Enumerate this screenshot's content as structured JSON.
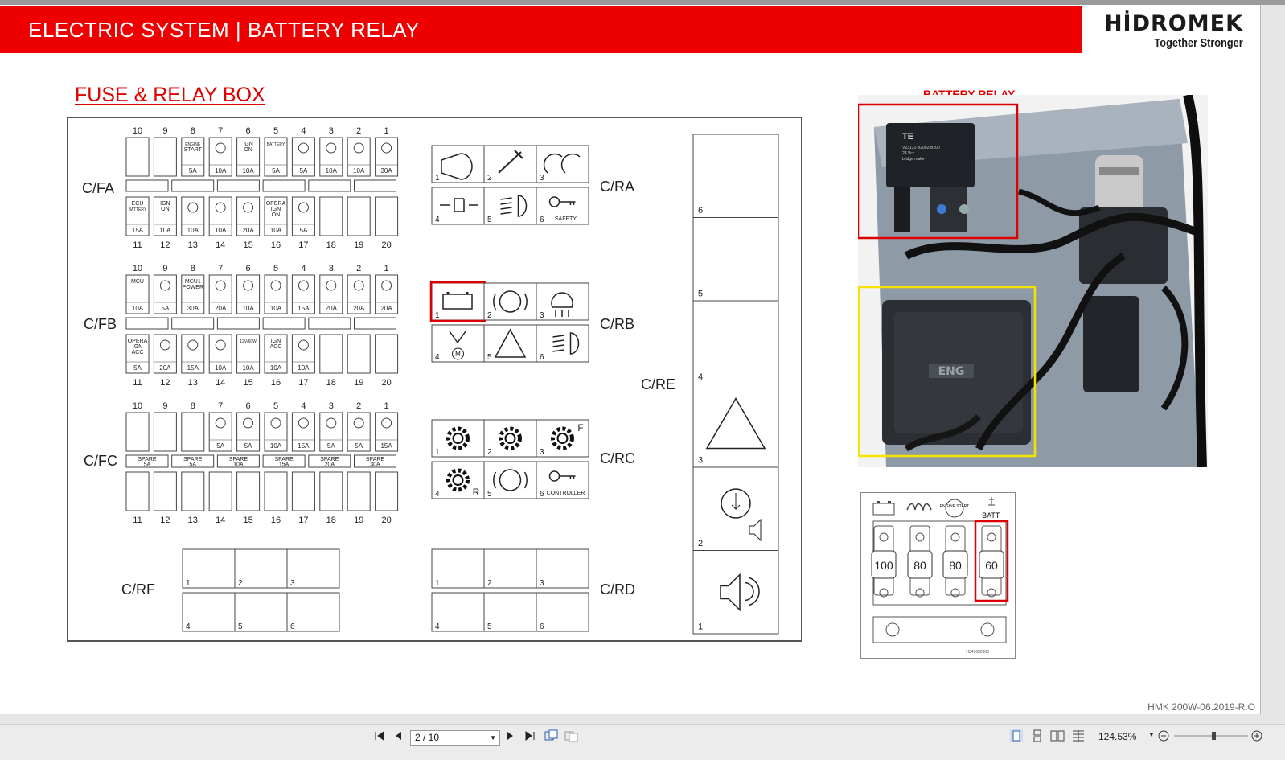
{
  "header": {
    "title": "ELECTRIC SYSTEM | BATTERY RELAY",
    "logo": "HİDROMEK",
    "slogan": "Together Stronger"
  },
  "section_title": "FUSE & RELAY BOX",
  "fuse_box": {
    "top_numbers": [
      "10",
      "9",
      "8",
      "7",
      "6",
      "5",
      "4",
      "3",
      "2",
      "1"
    ],
    "bottom_numbers": [
      "11",
      "12",
      "13",
      "14",
      "15",
      "16",
      "17",
      "18",
      "19",
      "20"
    ],
    "CFA": {
      "label": "C/FA",
      "top_ratings": [
        "",
        "",
        "5A",
        "10A",
        "10A",
        "5A",
        "5A",
        "10A",
        "10A",
        "30A"
      ],
      "top_icons": [
        "",
        "",
        "ENGINE START",
        "",
        "IGN ON",
        "BATTERY",
        "",
        "",
        "",
        ""
      ],
      "bottom_ratings": [
        "15A",
        "10A",
        "10A",
        "10A",
        "20A",
        "10A",
        "5A",
        "",
        "",
        ""
      ],
      "bottom_icons": [
        "ECU BATTERY",
        "IGN ON",
        "",
        "",
        "",
        "OPERA IGN ON",
        "",
        "",
        "",
        ""
      ]
    },
    "CFB": {
      "label": "C/FB",
      "top_ratings": [
        "10A",
        "5A",
        "30A",
        "20A",
        "10A",
        "10A",
        "15A",
        "20A",
        "20A",
        "20A"
      ],
      "top_icons": [
        "MCU",
        "",
        "MCU1 POWER",
        "",
        "",
        "",
        "",
        "",
        "",
        ""
      ],
      "bottom_ratings": [
        "5A",
        "20A",
        "15A",
        "10A",
        "10A",
        "10A",
        "10A",
        "",
        "",
        ""
      ],
      "bottom_icons": [
        "OPERA IGN ACC",
        "",
        "",
        "",
        "12V/60W",
        "IGN ACC",
        "",
        "",
        "",
        ""
      ]
    },
    "CFC": {
      "label": "C/FC",
      "top_ratings": [
        "",
        "",
        "",
        "5A",
        "5A",
        "10A",
        "15A",
        "5A",
        "5A",
        "15A"
      ],
      "spares": [
        {
          "label": "SPARE",
          "value": "5A"
        },
        {
          "label": "SPARE",
          "value": "5A"
        },
        {
          "label": "SPARE",
          "value": "10A"
        },
        {
          "label": "SPARE",
          "value": "15A"
        },
        {
          "label": "SPARE",
          "value": "20A"
        },
        {
          "label": "SPARE",
          "value": "30A"
        }
      ]
    }
  },
  "relays": {
    "RA": {
      "label": "C/RA",
      "numbers": [
        "1",
        "2",
        "3",
        "4",
        "5",
        "6"
      ],
      "extra_text": "SAFETY"
    },
    "RB": {
      "label": "C/RB",
      "numbers": [
        "1",
        "2",
        "3",
        "4",
        "5",
        "6"
      ],
      "motor_text": "M"
    },
    "RC": {
      "label": "C/RC",
      "numbers": [
        "1",
        "2",
        "3",
        "4",
        "5",
        "6"
      ],
      "extra_text": "CONTROLLER",
      "f_text": "F",
      "r_text": "R"
    },
    "RD": {
      "label": "C/RD",
      "numbers": [
        "1",
        "2",
        "3",
        "4",
        "5",
        "6"
      ]
    },
    "RE": {
      "label": "C/RE",
      "numbers": [
        "6",
        "5",
        "4",
        "3",
        "2",
        "1"
      ]
    },
    "RF": {
      "label": "C/RF",
      "numbers": [
        "1",
        "2",
        "3",
        "4",
        "5",
        "6"
      ]
    }
  },
  "photo": {
    "title": "BATTERY RELAY",
    "relay_brand": "TE",
    "relay_lines": [
      "V23132-B2002-B200",
      "24 Vcc",
      "bridge make"
    ],
    "box_label": "ENG"
  },
  "fuse_block": {
    "labels": [
      "",
      "",
      "ENGINE START",
      "BATT."
    ],
    "values": [
      "100",
      "80",
      "80",
      "60"
    ],
    "part_code": "H347050300"
  },
  "reference": "HMK 200W-06.2019-R.O",
  "toolbar": {
    "page_value": "2 / 10",
    "zoom": "124.53%"
  },
  "colors": {
    "header_red": "#ee0000",
    "highlight_red": "#dd0000",
    "highlight_yellow": "#f5e400"
  }
}
